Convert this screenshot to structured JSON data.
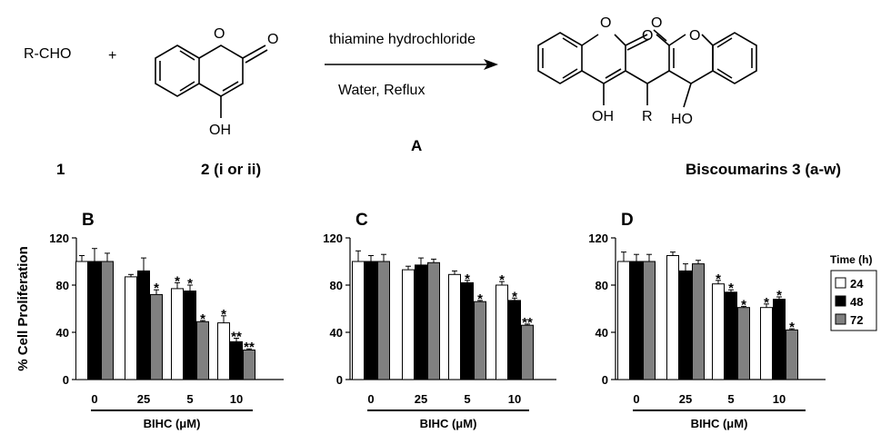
{
  "scheme": {
    "reactant1": "R-CHO",
    "plus": "+",
    "reagent": "thiamine hydrochloride",
    "conditions": "Water, Reflux",
    "panel_label": "A",
    "label1": "1",
    "label2": "2 (i or ii)",
    "label3": "Biscoumarins 3 (a-w)",
    "oh": "OH",
    "ho": "HO",
    "r": "R",
    "o": "O"
  },
  "legend": {
    "title": "Time (h)",
    "items": [
      {
        "label": "24",
        "color": "#ffffff"
      },
      {
        "label": "48",
        "color": "#000000"
      },
      {
        "label": "72",
        "color": "#808080"
      }
    ]
  },
  "chart_data": [
    {
      "type": "bar",
      "panel": "B",
      "ylabel": "% Cell Proliferation",
      "xlabel": "BIHC (μM)",
      "categories": [
        "0",
        "25",
        "5",
        "10"
      ],
      "ylim": [
        0,
        120
      ],
      "yticks": [
        0,
        40,
        80,
        120
      ],
      "series": [
        {
          "name": "24",
          "values": [
            100,
            87,
            77,
            48
          ],
          "errors": [
            5,
            2,
            5,
            6
          ],
          "marks": [
            "",
            "",
            "*",
            "*"
          ]
        },
        {
          "name": "48",
          "values": [
            100,
            92,
            75,
            32
          ],
          "errors": [
            11,
            11,
            5,
            3
          ],
          "marks": [
            "",
            "",
            "*",
            "**"
          ]
        },
        {
          "name": "72",
          "values": [
            100,
            72,
            49,
            25
          ],
          "errors": [
            7,
            4,
            1,
            1
          ],
          "marks": [
            "",
            "*",
            "*",
            "**"
          ]
        }
      ]
    },
    {
      "type": "bar",
      "panel": "C",
      "xlabel": "BIHC (μM)",
      "categories": [
        "0",
        "25",
        "5",
        "10"
      ],
      "ylim": [
        0,
        120
      ],
      "yticks": [
        0,
        40,
        80,
        120
      ],
      "series": [
        {
          "name": "24",
          "values": [
            100,
            93,
            89,
            80
          ],
          "errors": [
            9,
            3,
            3,
            3
          ],
          "marks": [
            "",
            "",
            "",
            "*"
          ]
        },
        {
          "name": "48",
          "values": [
            100,
            97,
            82,
            67
          ],
          "errors": [
            5,
            6,
            2,
            2
          ],
          "marks": [
            "",
            "",
            "*",
            "*"
          ]
        },
        {
          "name": "72",
          "values": [
            100,
            99,
            66,
            46
          ],
          "errors": [
            6,
            3,
            1,
            1
          ],
          "marks": [
            "",
            "",
            "*",
            "**"
          ]
        }
      ]
    },
    {
      "type": "bar",
      "panel": "D",
      "xlabel": "BIHC (μM)",
      "categories": [
        "0",
        "25",
        "5",
        "10"
      ],
      "ylim": [
        0,
        120
      ],
      "yticks": [
        0,
        40,
        80,
        120
      ],
      "series": [
        {
          "name": "24",
          "values": [
            100,
            105,
            81,
            61
          ],
          "errors": [
            8,
            3,
            3,
            3
          ],
          "marks": [
            "",
            "",
            "*",
            "*"
          ]
        },
        {
          "name": "48",
          "values": [
            100,
            92,
            74,
            68
          ],
          "errors": [
            6,
            6,
            2,
            2
          ],
          "marks": [
            "",
            "",
            "*",
            "*"
          ]
        },
        {
          "name": "72",
          "values": [
            100,
            98,
            61,
            42
          ],
          "errors": [
            6,
            3,
            1,
            1
          ],
          "marks": [
            "",
            "",
            "*",
            "*"
          ]
        }
      ]
    }
  ]
}
